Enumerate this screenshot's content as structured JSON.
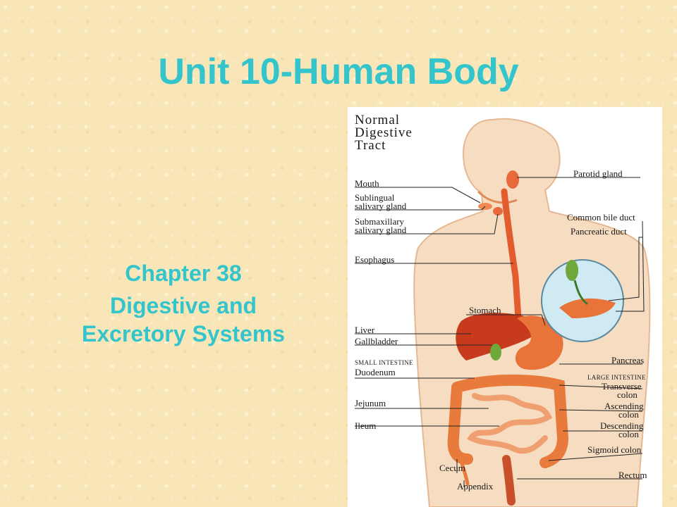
{
  "slide": {
    "title": "Unit 10-Human Body",
    "chapter": "Chapter 38",
    "subtitle_line1": "Digestive and",
    "subtitle_line2": "Excretory Systems"
  },
  "diagram": {
    "title_line1": "Normal",
    "title_line2": "Digestive",
    "title_line3": "Tract",
    "left_labels": {
      "mouth": "Mouth",
      "sublingual_1": "Sublingual",
      "sublingual_2": "salivary gland",
      "submaxillary_1": "Submaxillary",
      "submaxillary_2": "salivary gland",
      "esophagus": "Esophagus",
      "stomach": "Stomach",
      "liver": "Liver",
      "gallbladder": "Gallbladder",
      "small_intestine": "SMALL INTESTINE",
      "duodenum": "Duodenum",
      "jejunum": "Jejunum",
      "ileum": "Ileum",
      "cecum": "Cecum",
      "appendix": "Appendix"
    },
    "right_labels": {
      "parotid": "Parotid gland",
      "common_bile_duct": "Common bile duct",
      "pancreatic_duct": "Pancreatic duct",
      "pancreas": "Pancreas",
      "large_intestine": "LARGE INTESTINE",
      "transverse_1": "Transverse",
      "transverse_2": "colon",
      "ascending_1": "Ascending",
      "ascending_2": "colon",
      "descending_1": "Descending",
      "descending_2": "colon",
      "sigmoid": "Sigmoid colon",
      "rectum": "Rectum"
    }
  }
}
